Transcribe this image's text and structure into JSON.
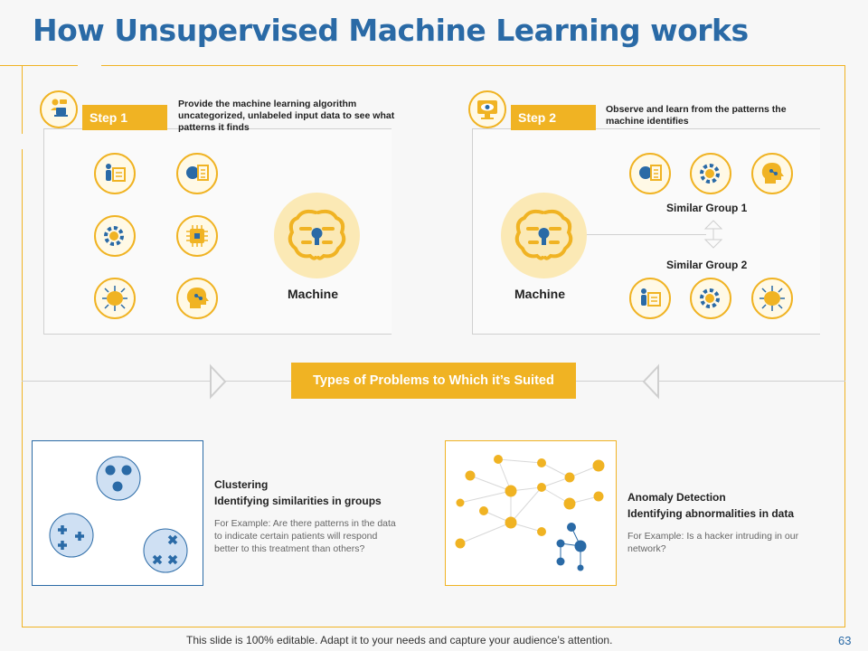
{
  "title": "How Unsupervised Machine Learning works",
  "steps": [
    {
      "badge": "Step 1",
      "description": "Provide the machine learning algorithm uncategorized, unlabeled input data to see what patterns it finds",
      "machine_label": "Machine"
    },
    {
      "badge": "Step 2",
      "description": "Observe and learn from the patterns the machine identifies",
      "machine_label": "Machine",
      "groups": [
        "Similar Group 1",
        "Similar Group 2"
      ]
    }
  ],
  "types_banner": "Types of Problems to Which it’s Suited",
  "examples": [
    {
      "title": "Clustering",
      "subtitle": "Identifying similarities in groups",
      "text": "For Example: Are there patterns in the data to indicate certain patients will respond better to this treatment than others?"
    },
    {
      "title": "Anomaly Detection",
      "subtitle": "Identifying abnormalities in data",
      "text": "For Example: Is a hacker intruding in our network?"
    }
  ],
  "footer": "This slide is 100% editable. Adapt it to your needs and capture your audience’s attention.",
  "page_number": "63",
  "colors": {
    "accent": "#f0b323",
    "title": "#2a6aa6",
    "blue_marker": "#2a6aa6",
    "cluster_fill": "#cfe0f3"
  },
  "icons": [
    "presenter-data-icon",
    "brain-book-icon",
    "gear-brain-icon",
    "chip-icon",
    "brain-network-icon",
    "head-network-icon",
    "monitor-eye-icon",
    "laptop-person-icon"
  ]
}
